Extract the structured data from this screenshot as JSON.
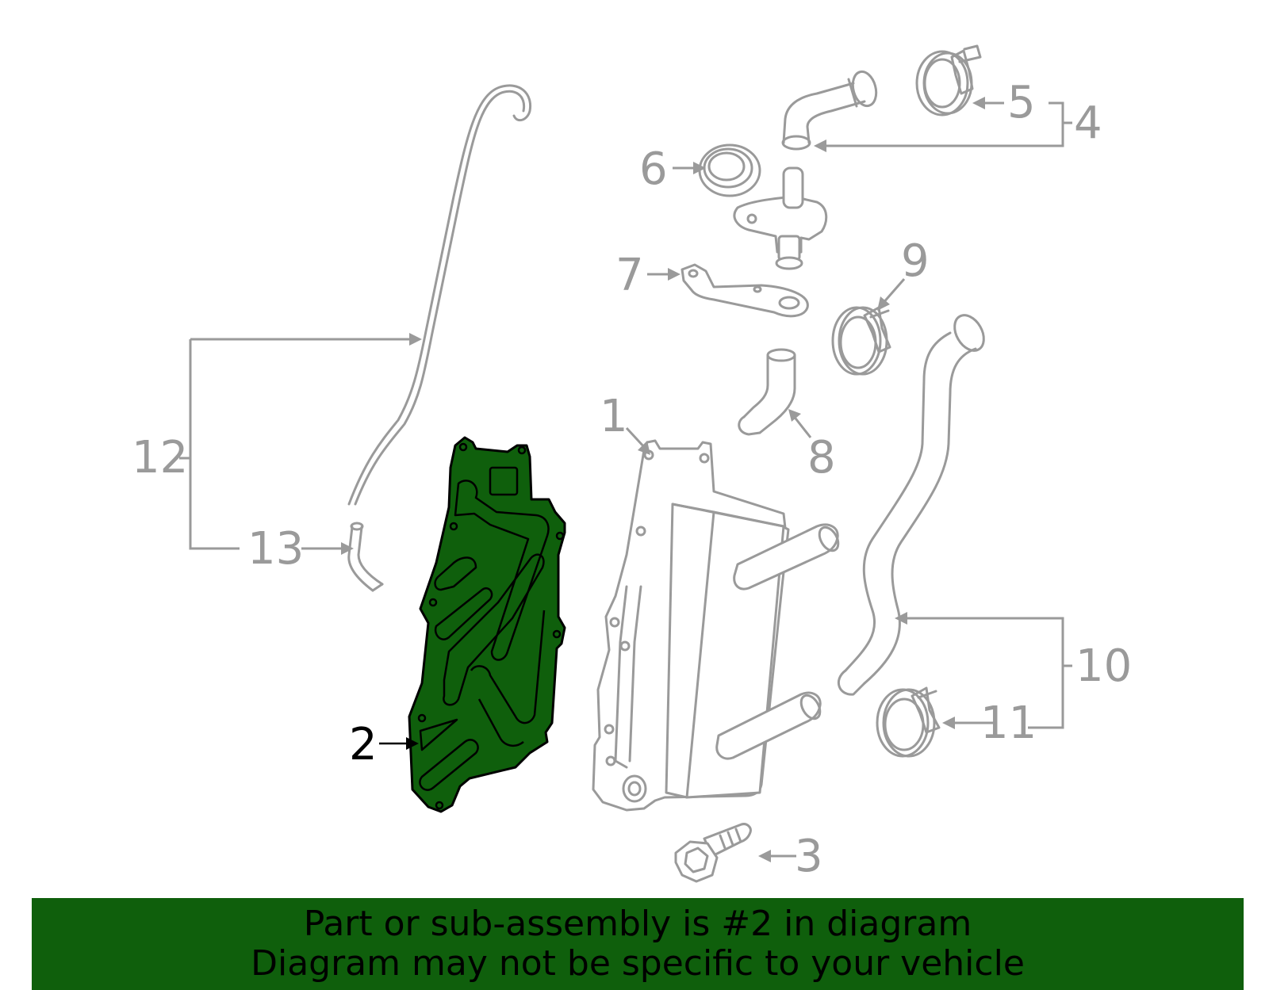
{
  "highlight_color": "#0f5f0c",
  "callouts": {
    "c1": "1",
    "c2": "2",
    "c3": "3",
    "c4": "4",
    "c5": "5",
    "c6": "6",
    "c7": "7",
    "c8": "8",
    "c9": "9",
    "c10": "10",
    "c11": "11",
    "c12": "12",
    "c13": "13"
  },
  "banner": {
    "line1": "Part or sub-assembly is #2 in diagram",
    "line2": "Diagram may not be specific to your vehicle"
  }
}
